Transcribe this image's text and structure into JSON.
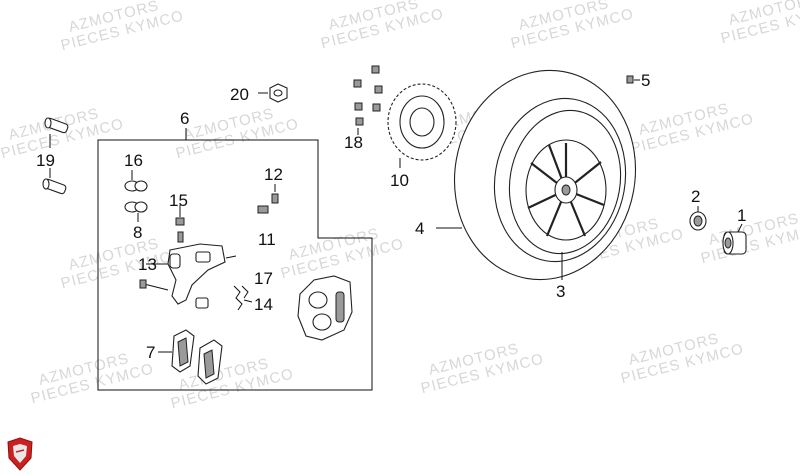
{
  "diagram": {
    "watermark": {
      "line1": "AZMOTORS",
      "line2": "PIECES KYMCO"
    },
    "callouts": [
      "1",
      "2",
      "3",
      "4",
      "5",
      "6",
      "7",
      "8",
      "11",
      "12",
      "13",
      "14",
      "15",
      "16",
      "17",
      "18",
      "19",
      "20",
      "10"
    ],
    "logo": {
      "name": "azmotors-shield-logo",
      "color": "#cc1f1f"
    }
  }
}
